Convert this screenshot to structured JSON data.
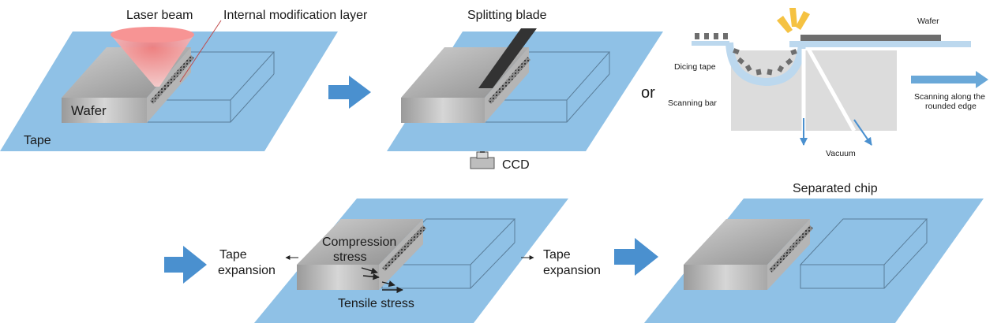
{
  "panel1": {
    "laser_label": "Laser beam",
    "modification_label": "Internal modification layer",
    "wafer_label": "Wafer",
    "tape_label": "Tape"
  },
  "panel2": {
    "blade_label": "Splitting blade",
    "ccd_label": "CCD"
  },
  "or_label": "or",
  "panel3": {
    "wafer_label": "Wafer",
    "dicing_tape_label": "Dicing tape",
    "scanning_bar_label": "Scanning bar",
    "scanning_direction_label_line1": "Scanning along the",
    "scanning_direction_label_line2": "rounded edge",
    "vacuum_label": "Vacuum"
  },
  "panel4": {
    "tape_expansion_left_line1": "Tape",
    "tape_expansion_left_line2": "expansion",
    "compression_line1": "Compression",
    "compression_line2": "stress",
    "tensile_label": "Tensile stress",
    "tape_expansion_right_line1": "Tape",
    "tape_expansion_right_line2": "expansion"
  },
  "panel5": {
    "separated_label": "Separated chip"
  },
  "colors": {
    "tape_blue": "#8fc1e6",
    "flow_arrow_blue": "#4a90cf",
    "laser_red": "#f4a0a0",
    "blade_dark": "#333333",
    "sparks_yellow": "#f5c242"
  }
}
